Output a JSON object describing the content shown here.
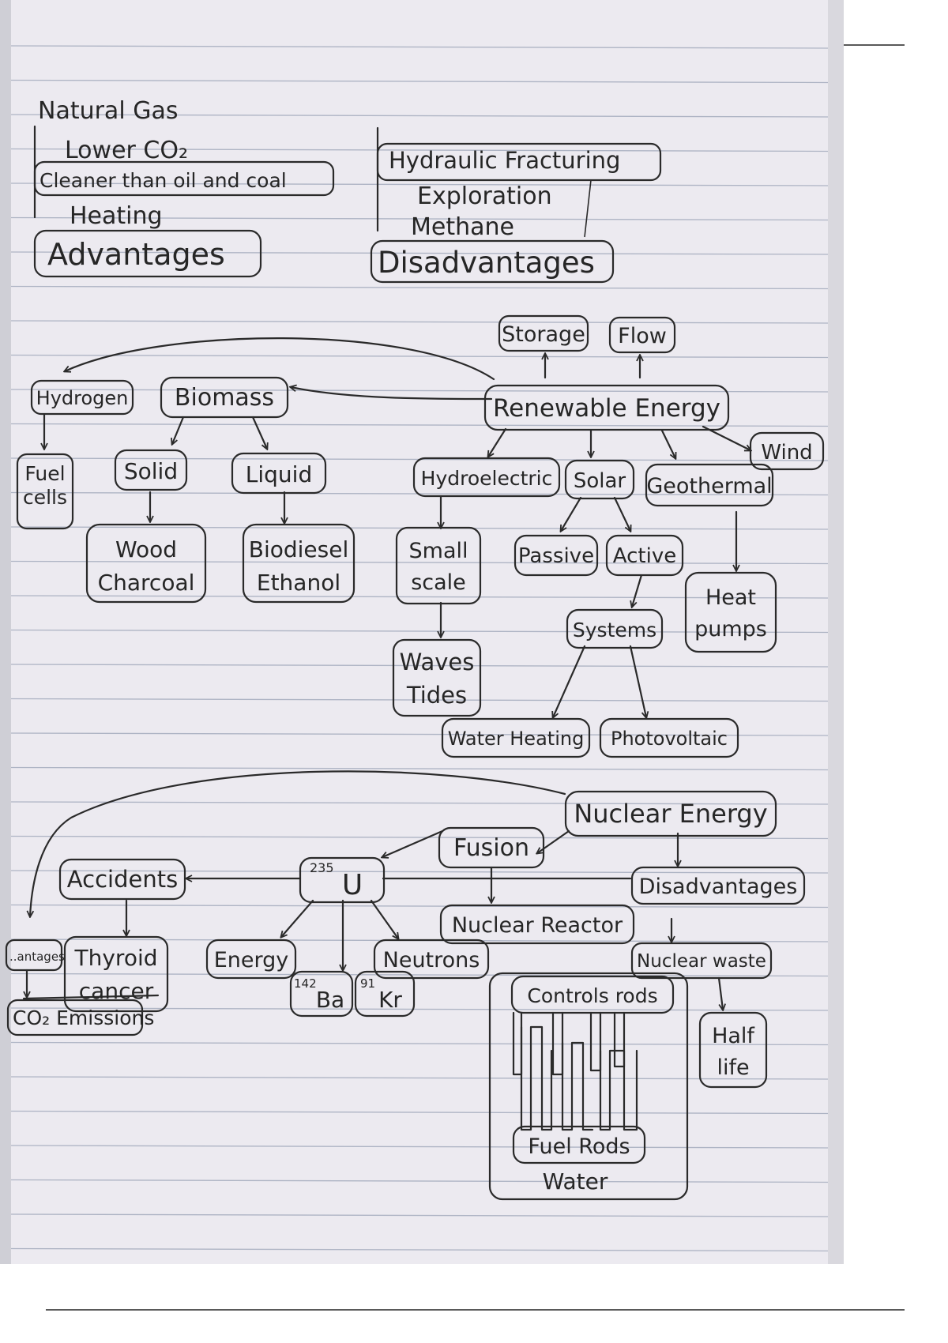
{
  "natural_gas": {
    "title": "Natural Gas",
    "advantages_items": [
      "Lower CO₂",
      "Cleaner than oil and coal",
      "Heating"
    ],
    "advantages_label": "Advantages",
    "disadvantages_items": [
      "Hydraulic Fracturing",
      "Exploration",
      "Methane"
    ],
    "disadvantages_label": "Disadvantages"
  },
  "renewable": {
    "root": "Renewable Energy",
    "storage": "Storage",
    "flow": "Flow",
    "hydrogen": "Hydrogen",
    "fuel_cells": "Fuel cells",
    "biomass": "Biomass",
    "solid": "Solid",
    "liquid": "Liquid",
    "wood_charcoal": "Wood Charcoal",
    "biodiesel_ethanol": "Biodiesel Ethanol",
    "hydroelectric": "Hydroelectric",
    "small_scale": "Small scale",
    "waves_tides": "Waves Tides",
    "solar": "Solar",
    "passive": "Passive",
    "active": "Active",
    "systems": "Systems",
    "water_heating": "Water Heating",
    "photovoltaic": "Photovoltaic",
    "geothermal": "Geothermal",
    "heat_pumps": "Heat pumps",
    "wind": "Wind"
  },
  "nuclear": {
    "root": "Nuclear Energy",
    "fusion": "Fusion",
    "uranium_mass": "235",
    "uranium_symbol": "U",
    "accidents": "Accidents",
    "advantages_cut": "..antages",
    "thyroid_cancer": "Thyroid cancer",
    "emissions": "CO₂ Emissions",
    "energy": "Energy",
    "barium_mass": "142",
    "barium": "Ba",
    "krypton_mass": "91",
    "krypton": "Kr",
    "neutrons": "Neutrons",
    "reactor": "Nuclear Reactor",
    "control_rods": "Controls rods",
    "fuel_rods": "Fuel Rods",
    "water": "Water",
    "disadvantages": "Disadvantages",
    "waste": "Nuclear waste",
    "half_life": "Half life"
  }
}
